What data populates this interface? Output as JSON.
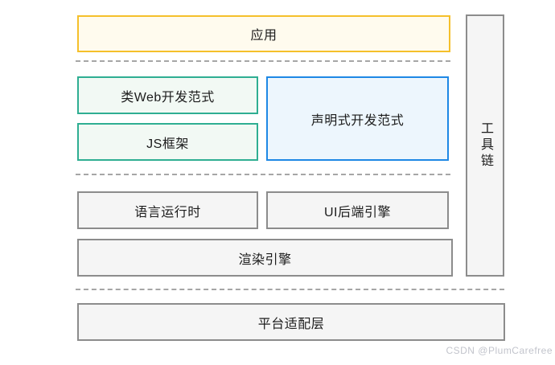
{
  "diagram": {
    "app": {
      "label": "应用"
    },
    "paradigms": {
      "web_like": {
        "label": "类Web开发范式"
      },
      "js_framework": {
        "label": "JS框架"
      },
      "declarative": {
        "label": "声明式开发范式"
      }
    },
    "engines": {
      "language_runtime": {
        "label": "语言运行时"
      },
      "ui_backend": {
        "label": "UI后端引擎"
      },
      "render_engine": {
        "label": "渲染引擎"
      }
    },
    "toolchain": {
      "label": "工具链"
    },
    "platform_adapter": {
      "label": "平台适配层"
    },
    "colors": {
      "app_border": "#f5c02b",
      "app_fill": "#fffbee",
      "paradigm_border": "#2fae92",
      "paradigm_fill": "#f2f9f4",
      "declarative_border": "#1e88e5",
      "declarative_fill": "#edf6fd",
      "engine_border": "#8c8c8c",
      "engine_fill": "#f5f5f5",
      "separator": "#a6a6a6"
    }
  },
  "watermark": {
    "text": "CSDN @PlumCarefree"
  }
}
